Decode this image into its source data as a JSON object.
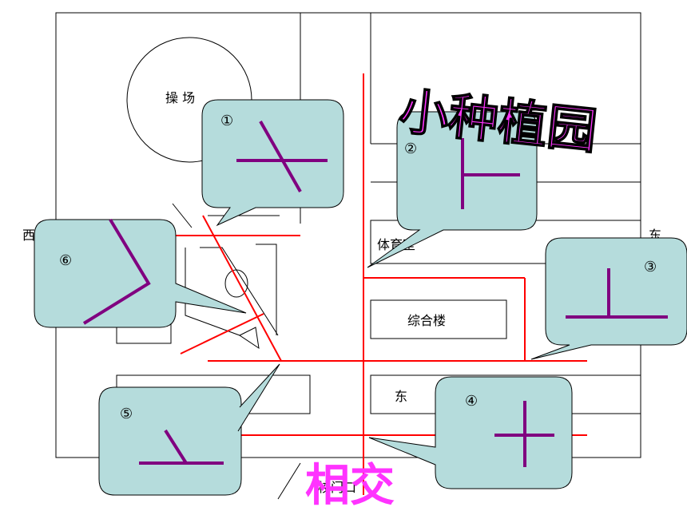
{
  "labels": {
    "playground": "操 场",
    "west": "西",
    "east": "东",
    "gym": "体育室",
    "complex_building": "综合楼",
    "east_building": "东",
    "gate": "校门口"
  },
  "titles": {
    "garden": "小种植园",
    "intersect": "相交"
  },
  "callouts": [
    {
      "number": "①",
      "shape": "crossing-lines"
    },
    {
      "number": "②",
      "shape": "t-junction-right"
    },
    {
      "number": "③",
      "shape": "inverted-t"
    },
    {
      "number": "④",
      "shape": "plus-cross"
    },
    {
      "number": "⑤",
      "shape": "angled-base"
    },
    {
      "number": "⑥",
      "shape": "angle-bracket"
    }
  ],
  "colors": {
    "road": "#ff0000",
    "callout_fill": "#b5dcdc",
    "shape_stroke": "#800080",
    "title_fill": "#ff33ff",
    "outline": "#000000"
  }
}
